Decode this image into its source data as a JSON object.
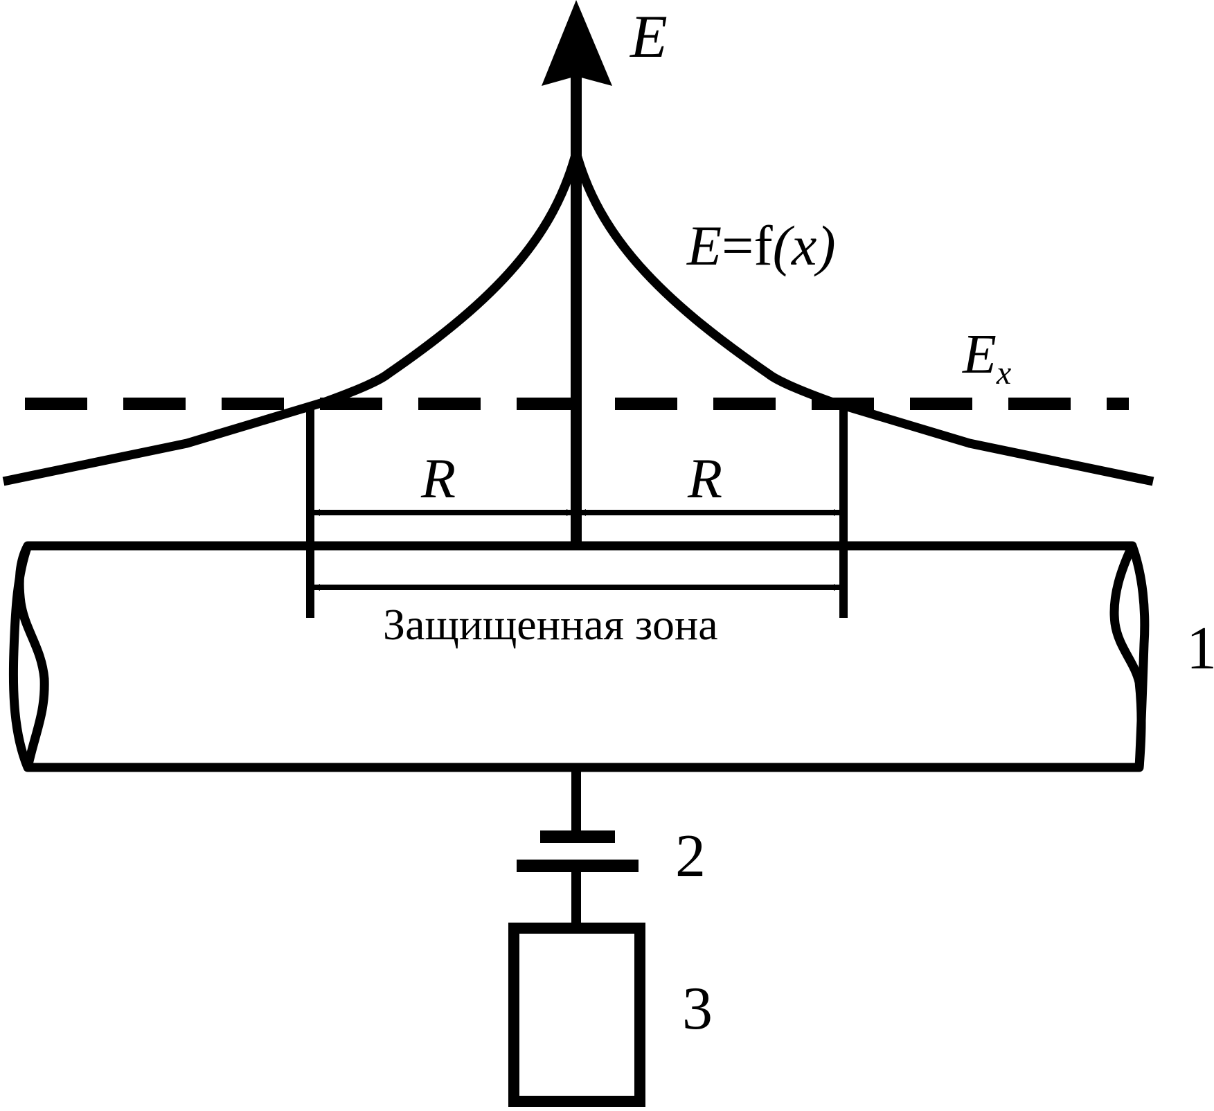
{
  "diagram": {
    "axis_label": "E",
    "curve_label": {
      "E": "E",
      "eq": "=f",
      "open": "(",
      "x": "x",
      "close": ")"
    },
    "threshold_label": {
      "main": "E",
      "sub": "x"
    },
    "radius_left": "R",
    "radius_right": "R",
    "zone_label": "Защищенная зона",
    "labels": {
      "pipe": "1",
      "source": "2",
      "unit": "3"
    },
    "colors": {
      "ink": "#000000",
      "background": "#ffffff"
    }
  }
}
